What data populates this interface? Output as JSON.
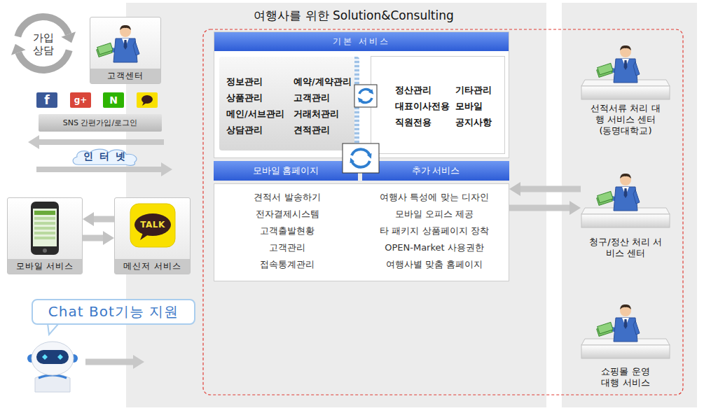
{
  "diagram": {
    "nodes": [
      {
        "text": [
          "가입 상담"
        ]
      },
      {
        "text": [
          "고객센터"
        ]
      },
      {
        "text": [
          "SNS 간편가입/로그인"
        ]
      },
      {
        "text": [
          "인 터 넷"
        ]
      },
      {
        "text": [
          "모바일 서비스"
        ]
      },
      {
        "text": [
          "메신저 서비스"
        ]
      },
      {
        "text": [
          "Chat Bot기능 지원"
        ]
      },
      {
        "text": [
          "여행사를 위한 Solution&Consulting"
        ]
      },
      {
        "text": [
          "기본 서비스"
        ],
        "in": 7
      },
      {
        "text": [
          "정보관리",
          "예약/계약관리",
          "상품관리",
          "고객관리",
          "메인/서브관리",
          "거래처관리",
          "상담관리",
          "견적관리"
        ],
        "in": 8
      },
      {
        "text": [
          "정산관리",
          "기타관리",
          "대표이사전용",
          "모바일",
          "직원전용",
          "공지사항"
        ],
        "in": 8
      },
      {
        "text": [
          "모바일 홈페이지",
          "견적서 발송하기",
          "전자결제시스템",
          "고객출발현황",
          "고객관리",
          "접속통계관리"
        ],
        "in": 7
      },
      {
        "text": [
          "추가 서비스",
          "여행사 특성에 맞는 디자인",
          "모바일 오피스 제공",
          "타 패키지 상품페이지 장착",
          "OPEN-Market 사용권한",
          "여행사별 맞춤 홈페이지"
        ],
        "in": 7
      },
      {
        "text": [
          "선적서류 처리 대행 서비스 센터 (동명대학교)"
        ]
      },
      {
        "text": [
          "청구/정산 처리 서비스 센터"
        ]
      },
      {
        "text": [
          "쇼핑몰 운영 대행 서비스"
        ]
      }
    ],
    "edges": [
      {
        "from": 5,
        "to": 4,
        "arrow": "to"
      },
      {
        "from": 4,
        "to": 5,
        "arrow": "to"
      },
      {
        "from": 14,
        "to": 12,
        "arrow": "to"
      },
      {
        "from": 12,
        "to": 14,
        "arrow": "to"
      }
    ],
    "labels": [
      "f",
      "g+",
      "N",
      "TALK"
    ]
  }
}
